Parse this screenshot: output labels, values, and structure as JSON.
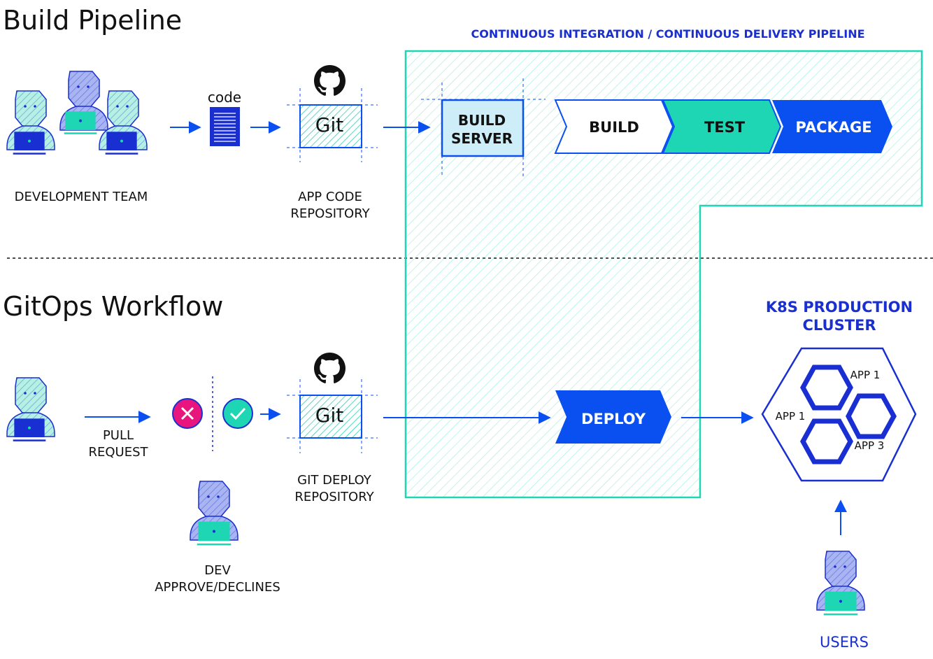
{
  "sections": {
    "build_title": "Build Pipeline",
    "gitops_title": "GitOps Workflow"
  },
  "cicd": {
    "label": "CONTINUOUS INTEGRATION / CONTINUOUS DELIVERY PIPELINE"
  },
  "build": {
    "dev_team_label": "DEVELOPMENT TEAM",
    "code_label": "code",
    "git_label": "Git",
    "repo_label": [
      "APP  CODE",
      "REPOSITORY"
    ],
    "build_server": [
      "BUILD",
      "SERVER"
    ],
    "stages": [
      "BUILD",
      "TEST",
      "PACKAGE"
    ]
  },
  "gitops": {
    "pull_request": [
      "PULL",
      "REQUEST"
    ],
    "approve_label": [
      "DEV",
      "APPROVE/DECLINES"
    ],
    "git_label": "Git",
    "repo_label": [
      "GIT DEPLOY",
      "REPOSITORY"
    ],
    "deploy": "DEPLOY",
    "cluster_title": [
      "K8S PRODUCTION",
      "CLUSTER"
    ],
    "apps": [
      "APP 1",
      "APP 1",
      "APP 3"
    ],
    "users_label": "USERS"
  },
  "colors": {
    "blue": "#0a4ff0",
    "teal": "#1fd6b4",
    "light_teal": "#b4f0e4",
    "lavender": "#a9b4f2",
    "navy": "#1a2fd1",
    "black": "#111111"
  },
  "icons": [
    "person-icon",
    "laptop-icon",
    "document-icon",
    "github-icon",
    "decline-icon",
    "approve-icon",
    "arrow-icon",
    "hexagon-icon"
  ]
}
